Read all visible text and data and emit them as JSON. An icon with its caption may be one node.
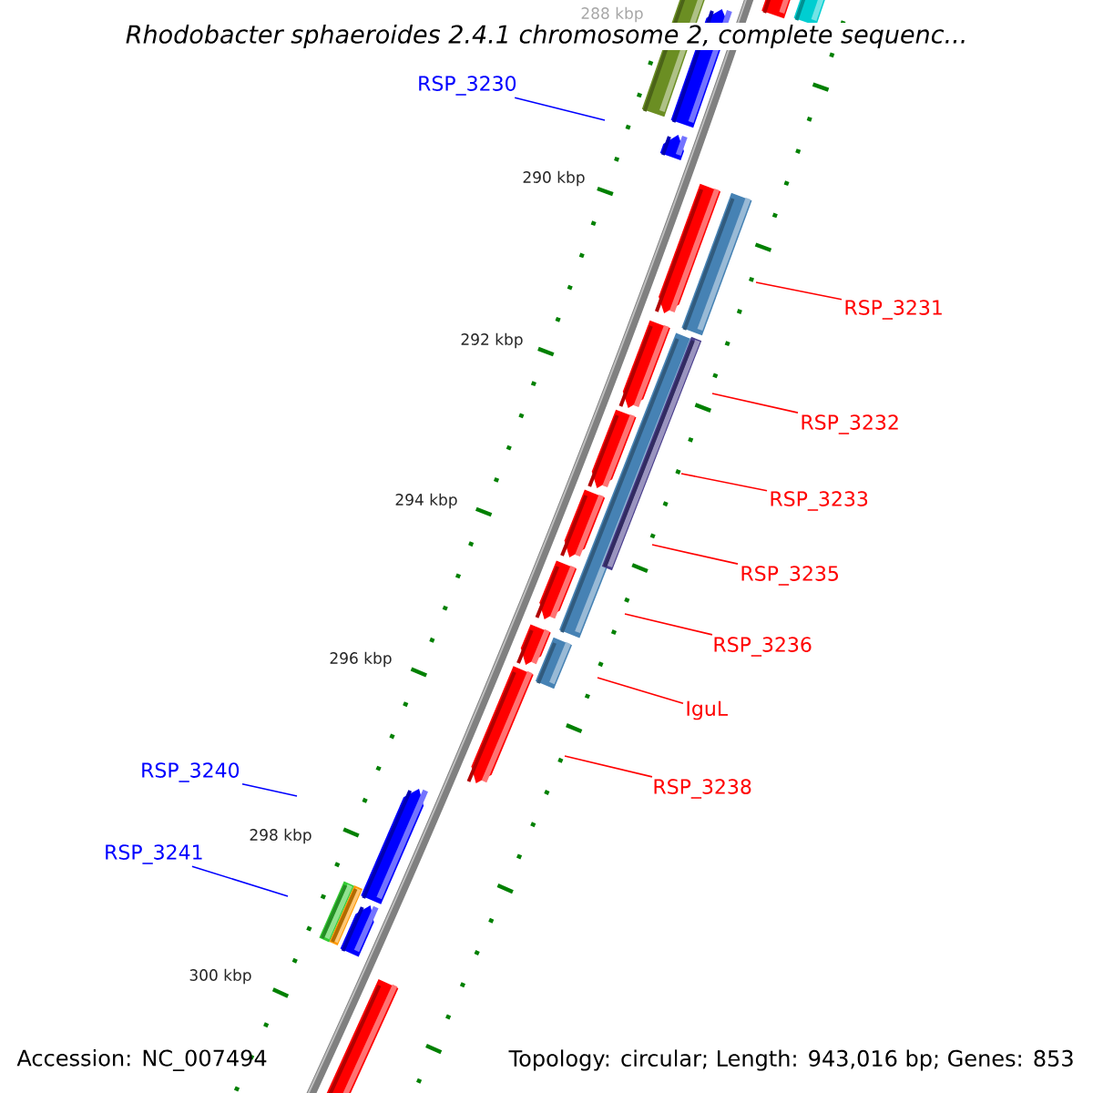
{
  "diagram": {
    "title": "Rhodobacter sphaeroides 2.4.1 chromosome 2, complete sequenc...",
    "nodes": [
      {
        "text": [
          "RSP_3230"
        ]
      },
      {
        "text": [
          "RSP_3231"
        ]
      },
      {
        "text": [
          "RSP_3232"
        ]
      },
      {
        "text": [
          "RSP_3233"
        ]
      },
      {
        "text": [
          "RSP_3235"
        ]
      },
      {
        "text": [
          "RSP_3236"
        ]
      },
      {
        "text": [
          "IguL"
        ]
      },
      {
        "text": [
          "RSP_3238"
        ]
      },
      {
        "text": [
          "RSP_3240"
        ]
      },
      {
        "text": [
          "RSP_3241"
        ]
      }
    ],
    "edges": [
      {
        "from": 0,
        "to": null,
        "arrow": "none",
        "color": "#0000ff"
      },
      {
        "from": 1,
        "to": null,
        "arrow": "none"
      },
      {
        "from": 2,
        "to": null,
        "arrow": "none"
      },
      {
        "from": 3,
        "to": null,
        "arrow": "none"
      },
      {
        "from": 4,
        "to": null,
        "arrow": "none"
      },
      {
        "from": 5,
        "to": null,
        "arrow": "none"
      },
      {
        "from": 6,
        "to": null,
        "arrow": "none"
      },
      {
        "from": 7,
        "to": null,
        "arrow": "none"
      },
      {
        "from": 8,
        "to": null,
        "arrow": "none",
        "color": "#0000ff"
      },
      {
        "from": 9,
        "to": null,
        "arrow": "none",
        "color": "#0000ff"
      }
    ],
    "labels": [
      "288 kbp",
      "290 kbp",
      "292 kbp",
      "294 kbp",
      "296 kbp",
      "298 kbp",
      "300 kbp",
      "Accession: NC_007494",
      "Topology: circular; Length: 943,016 bp; Genes: 853"
    ]
  }
}
